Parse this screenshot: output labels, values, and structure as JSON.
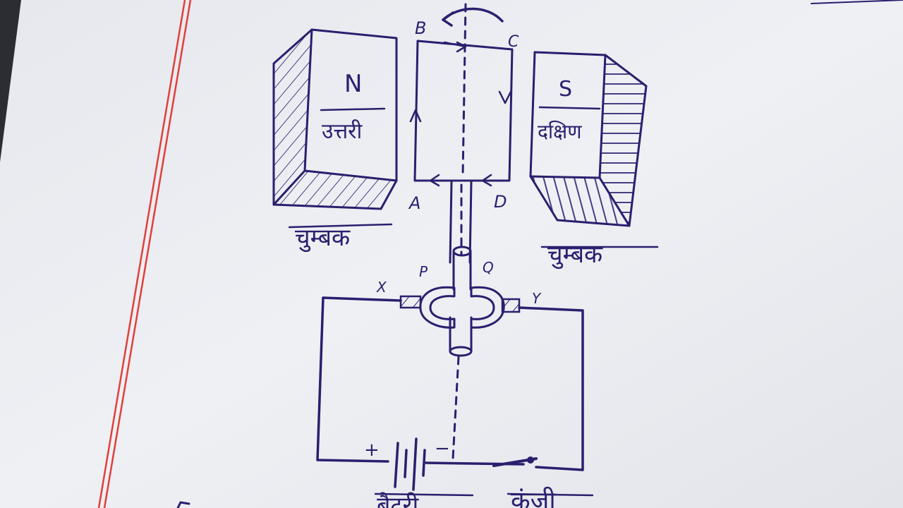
{
  "diagram": {
    "coil_labels": {
      "b": "B",
      "c": "C",
      "a": "A",
      "d": "D"
    },
    "magnet_left": {
      "pole": "N",
      "name_hi": "उत्तरी",
      "caption": "चुम्बक"
    },
    "magnet_right": {
      "pole": "S",
      "name_hi": "दक्षिण",
      "caption": "चुम्बक"
    },
    "commutator_labels": {
      "p": "P",
      "q": "Q",
      "x": "X",
      "y": "Y"
    },
    "battery_signs": {
      "plus": "+",
      "minus": "−"
    },
    "bottom_labels": {
      "battery_partial": "बैटरी",
      "key": "कुंजी"
    }
  },
  "colors": {
    "ink": "#2a1f6e",
    "paper": "#eceef2",
    "margin_line": "#e0403a"
  }
}
